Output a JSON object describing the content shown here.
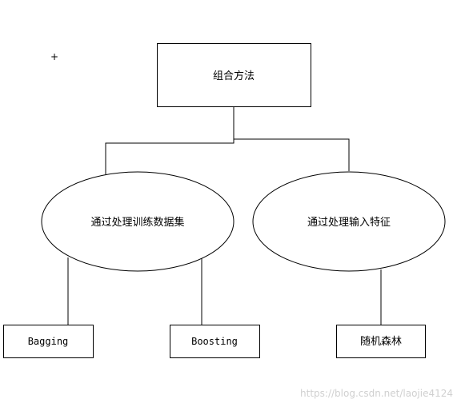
{
  "diagram": {
    "root": {
      "label": "组合方法"
    },
    "branches": [
      {
        "label": "通过处理训练数据集",
        "children": [
          {
            "label": "Bagging"
          },
          {
            "label": "Boosting"
          }
        ]
      },
      {
        "label": "通过处理输入特征",
        "children": [
          {
            "label": "随机森林"
          }
        ]
      }
    ]
  },
  "cursor": {
    "glyph": "+"
  },
  "watermark": {
    "text": "https://blog.csdn.net/laojie4124"
  },
  "colors": {
    "stroke": "#000000",
    "background": "#ffffff",
    "watermark": "#d0d0d0"
  }
}
